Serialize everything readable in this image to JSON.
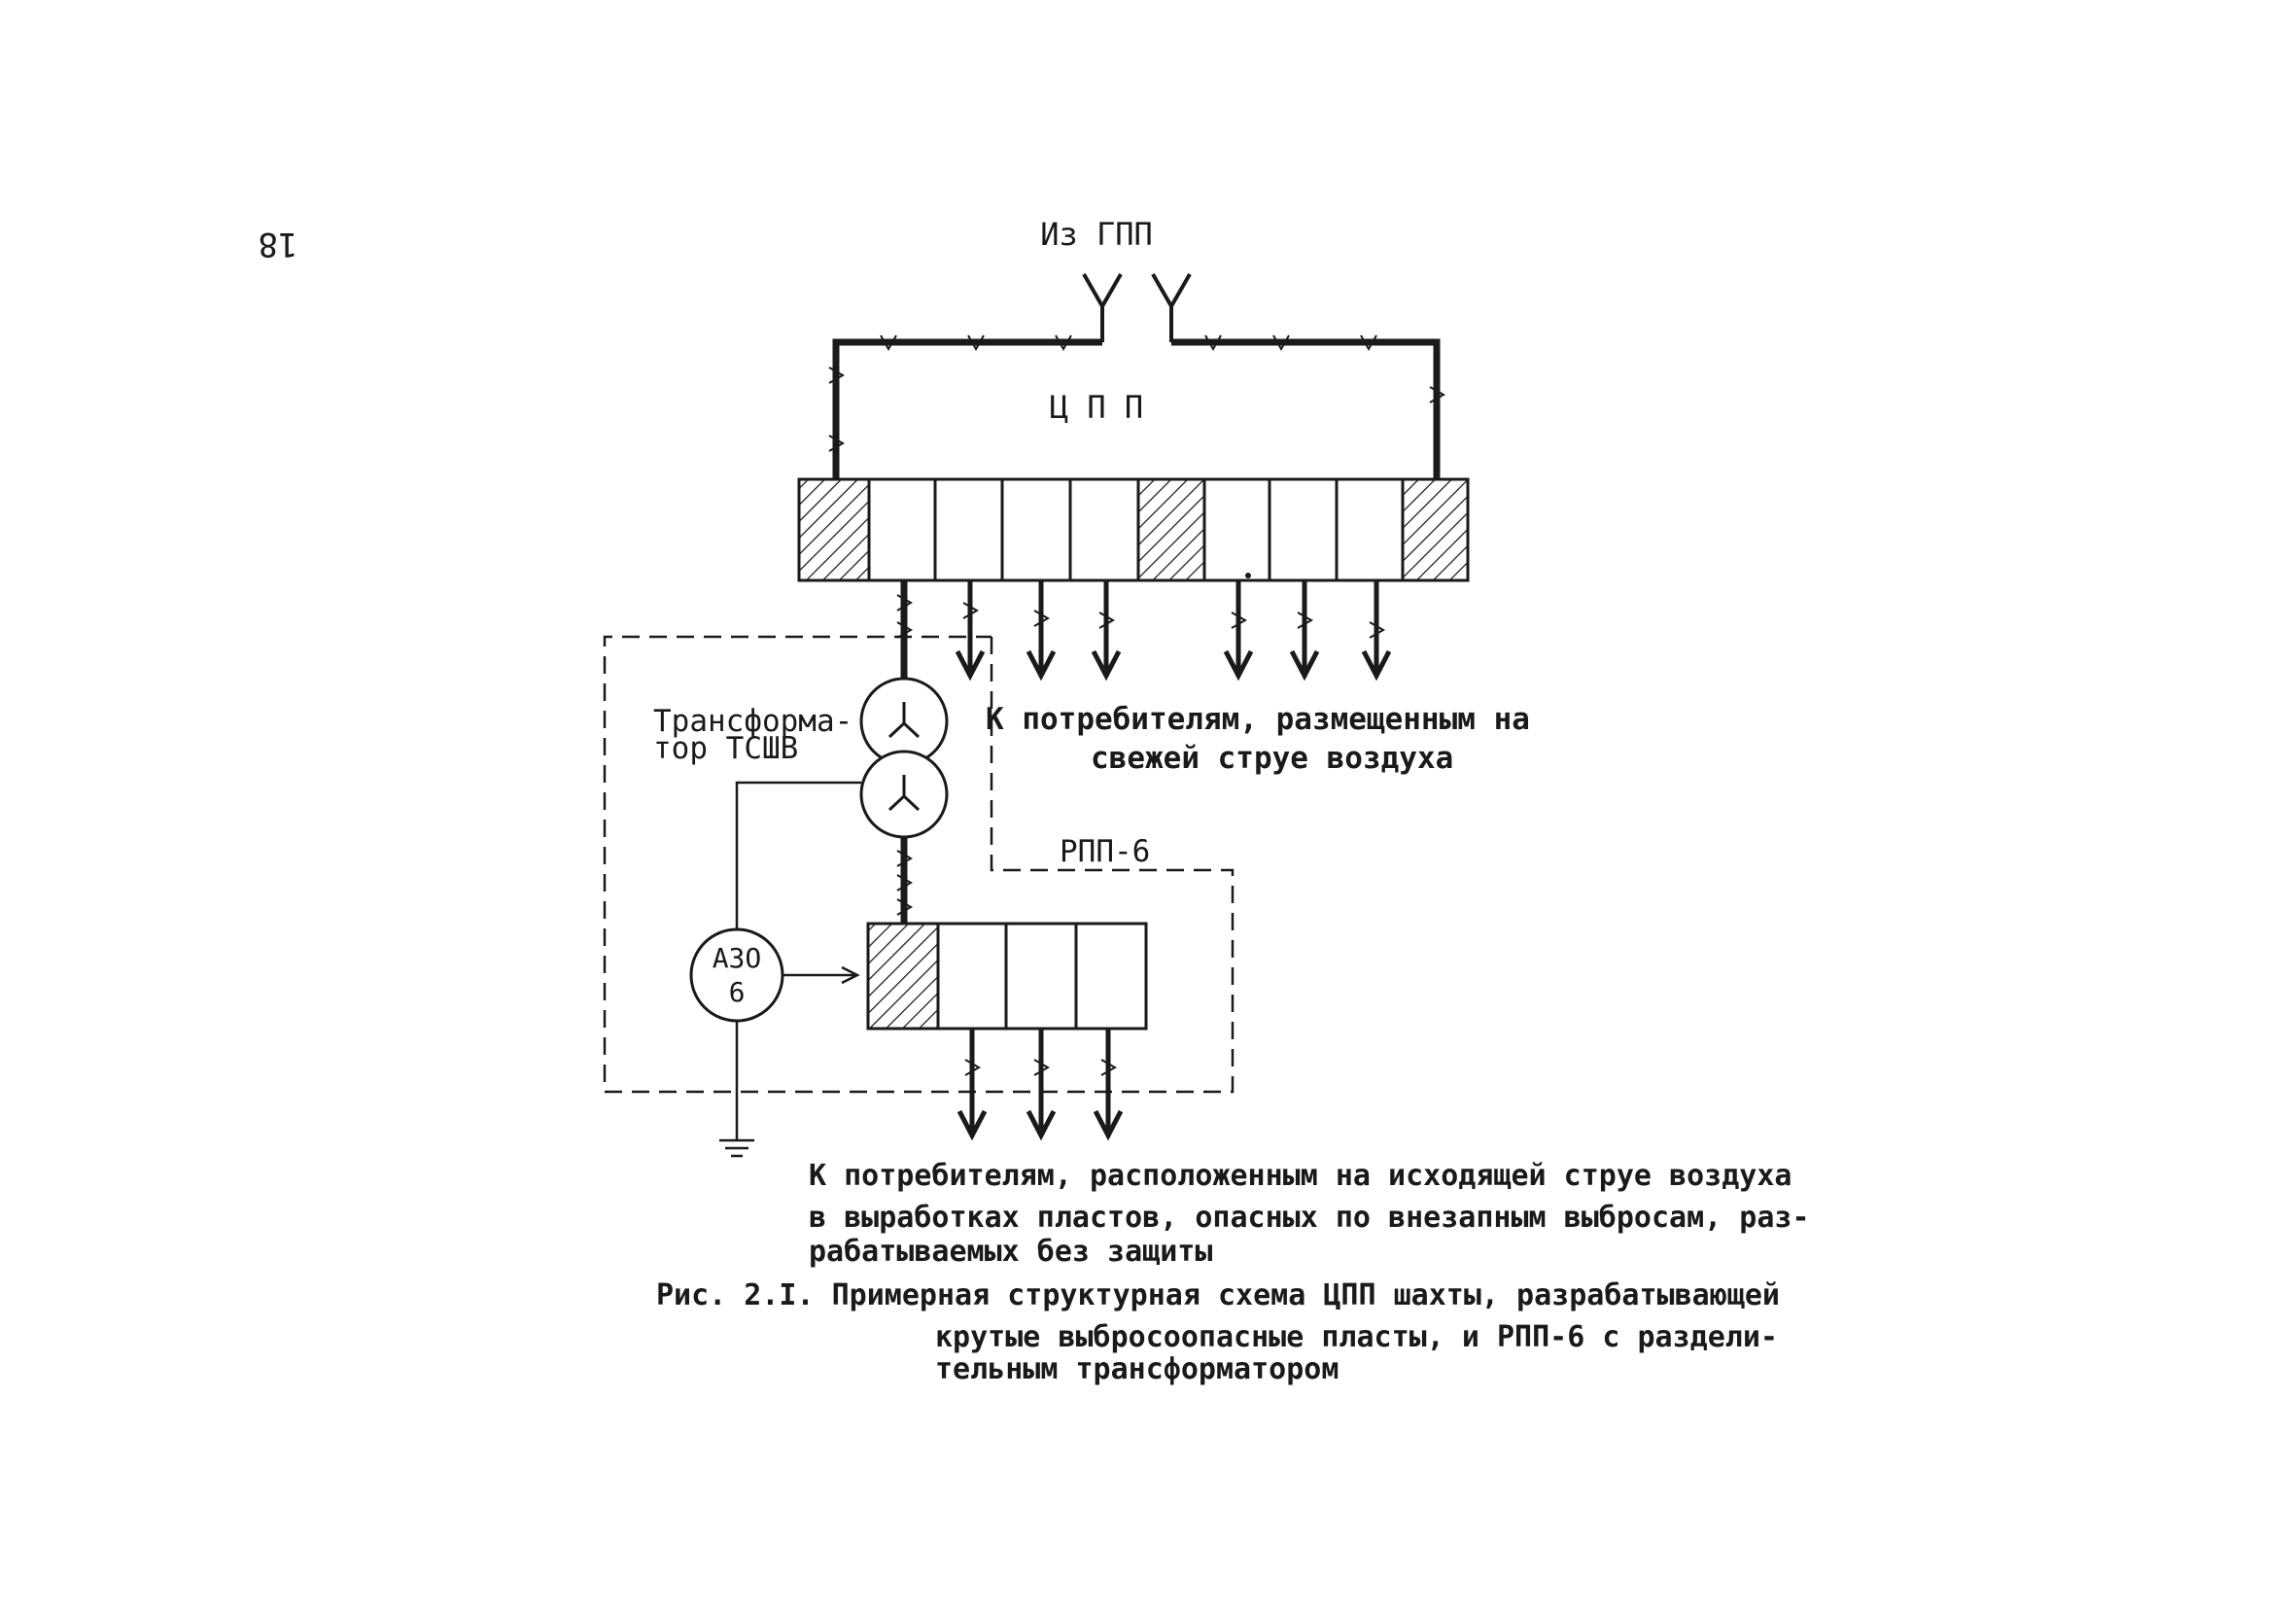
{
  "page_number": "18",
  "source_label": "Из ГПП",
  "cpp_label": "Ц П П",
  "transformer_label_line1": "Трансформа-",
  "transformer_label_line2": "тор ТСШВ",
  "rpp_label": "РПП-6",
  "relay_label_line1": "АЗО",
  "relay_label_line2": "6",
  "fresh_air_line1": "К потребителям, размещенным на",
  "fresh_air_line2": "свежей струе воздуха",
  "exhaust_line1": "К потребителям, расположенным на исходящей струе воздуха",
  "exhaust_line2": "в выработках пластов, опасных по внезапным выбросам, раз-",
  "exhaust_line3": "рабатываемых без защиты",
  "caption_line1": "Рис. 2.I. Примерная структурная схема ЦПП шахты, разрабатывающей",
  "caption_line2": "крутые выбросоопасные пласты, и РПП-6 с раздели-",
  "caption_line3": "тельным трансформатором",
  "colors": {
    "ink": "#1a1a1a",
    "paper": "#ffffff"
  }
}
